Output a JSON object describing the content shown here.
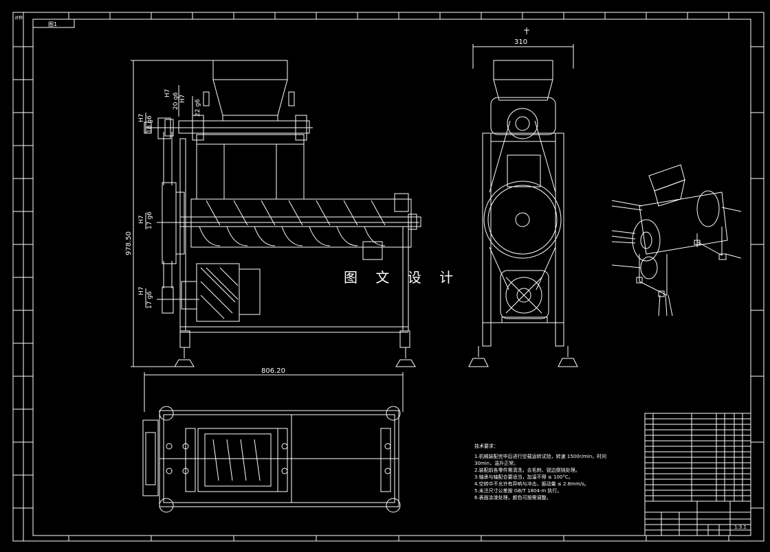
{
  "title_block": {
    "corner_label": "对称",
    "sheet_tag": "图1",
    "drawing_no": "1:3.1"
  },
  "dimensions": {
    "front_height": "978.50",
    "top_width": "806.20",
    "side_width": "310",
    "fit_h7_a": "H7",
    "fit_h7_b": "H7",
    "fit_h7_c": "H7",
    "fit_h7_d": "H7",
    "fit_h7_e": "H7",
    "shaft_18": "18 g6",
    "shaft_20": "20 g6",
    "shaft_22": "22 g6",
    "shaft_17a": "17 g6",
    "shaft_17b": "17 g6"
  },
  "watermark": "图 文 设 计",
  "notes": {
    "heading": "技术要求：",
    "lines": [
      "1.机械装配完毕后进行空载运转试验，转速 1500r/min，时间",
      "30min，温升正常。",
      "2.装配前各零件需清洗，去毛刺、锐边倒钝处理。",
      "3.轴承与轴配合要适当，加温不得 ≤ 100°C。",
      "4.空转中不允许有异响与冲击，振动量 ≤ 2.8mm/s。",
      "5.未注尺寸公差按 GB/T 1804-m 执行。",
      "6.表面涂漆处理，颜色可按需调整。"
    ]
  },
  "colors": {
    "line": "#ffffff",
    "frame": "#ffffff",
    "background": "#000000"
  }
}
